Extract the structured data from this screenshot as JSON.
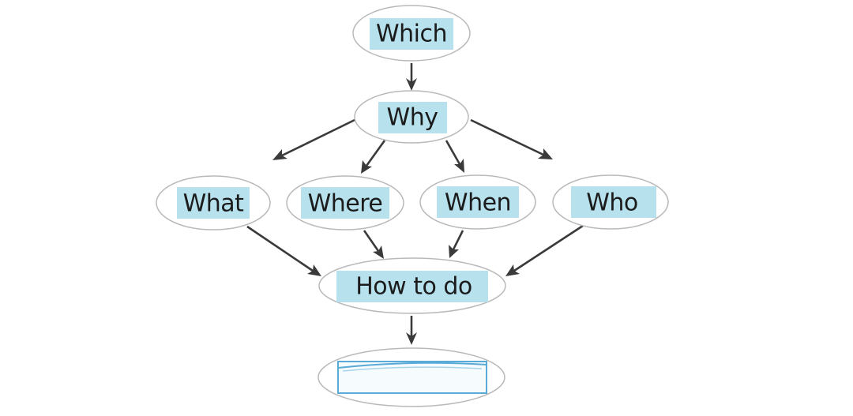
{
  "diagram": {
    "nodes": {
      "which": "Which",
      "why": "Why",
      "what": "What",
      "where": "Where",
      "when": "When",
      "who": "Who",
      "how_to_do": "How to do"
    },
    "edges": [
      [
        "which",
        "why"
      ],
      [
        "why",
        "what"
      ],
      [
        "why",
        "where"
      ],
      [
        "why",
        "when"
      ],
      [
        "why",
        "who"
      ],
      [
        "what",
        "how_to_do"
      ],
      [
        "where",
        "how_to_do"
      ],
      [
        "when",
        "how_to_do"
      ],
      [
        "who",
        "how_to_do"
      ],
      [
        "how_to_do",
        "result"
      ]
    ]
  },
  "colors": {
    "label_highlight": "#b7e1ec",
    "arrow": "#3a3a3a",
    "ellipse_border": "#b9b9b9",
    "result_box_border": "#5aaad8"
  }
}
